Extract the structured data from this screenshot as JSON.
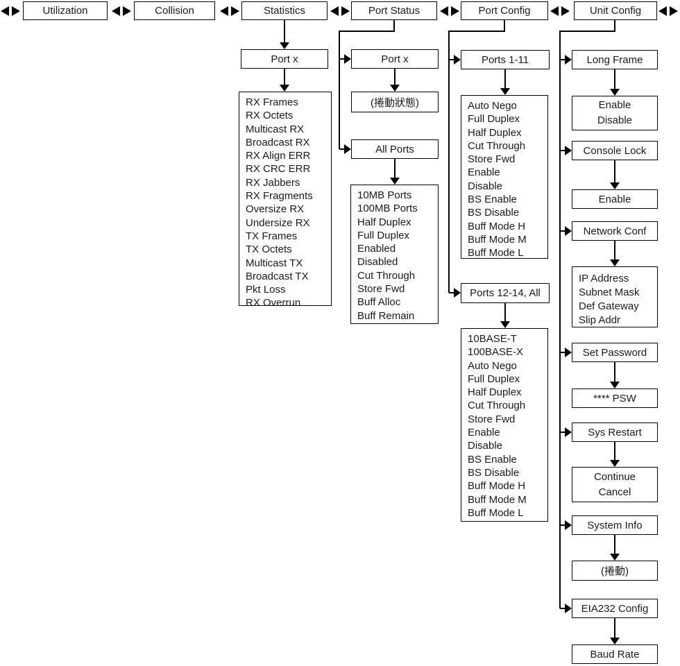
{
  "top_menu": [
    "Utilization",
    "Collision",
    "Statistics",
    "Port Status",
    "Port Config",
    "Unit Config"
  ],
  "statistics": {
    "port_label": "Port x",
    "counters": [
      "RX Frames",
      "RX Octets",
      "Multicast RX",
      "Broadcast RX",
      "RX Align ERR",
      "RX CRC ERR",
      "RX Jabbers",
      "RX Fragments",
      "Oversize RX",
      "Undersize RX",
      "TX Frames",
      "TX Octets",
      "Multicast TX",
      "Broadcast TX",
      "Pkt Loss",
      "RX Overrun"
    ]
  },
  "port_status": {
    "port_label": "Port x",
    "scroll_status": "(捲動狀態)",
    "all_ports_label": "All Ports",
    "all_ports_items": [
      "10MB Ports",
      "100MB Ports",
      "Half Duplex",
      "Full Duplex",
      "Enabled",
      "Disabled",
      "Cut Through",
      "Store Fwd",
      "Buff Alloc",
      "Buff Remain"
    ]
  },
  "port_config": {
    "ports_1_11_label": "Ports 1-11",
    "ports_1_11_items": [
      "Auto Nego",
      "Full Duplex",
      "Half Duplex",
      "Cut Through",
      "Store Fwd",
      "Enable",
      "Disable",
      "BS Enable",
      "BS Disable",
      "Buff Mode H",
      "Buff Mode M",
      "Buff Mode L"
    ],
    "ports_12_14_label": "Ports 12-14, All",
    "ports_12_14_items": [
      "10BASE-T",
      "100BASE-X",
      "Auto Nego",
      "Full Duplex",
      "Half Duplex",
      "Cut Through",
      "Store Fwd",
      "Enable",
      "Disable",
      "BS Enable",
      "BS Disable",
      "Buff Mode H",
      "Buff Mode M",
      "Buff Mode L"
    ]
  },
  "unit_config": {
    "long_frame_label": "Long Frame",
    "long_frame_options": [
      "Enable",
      "Disable"
    ],
    "console_lock_label": "Console Lock",
    "console_lock_option": "Enable",
    "network_conf_label": "Network Conf",
    "network_conf_items": [
      "IP Address",
      "Subnet Mask",
      "Def Gateway",
      "Slip Addr"
    ],
    "set_password_label": "Set Password",
    "password_display": "**** PSW",
    "sys_restart_label": "Sys Restart",
    "sys_restart_options": [
      "Continue",
      "Cancel"
    ],
    "system_info_label": "System Info",
    "system_info_display": "(捲動)",
    "eia232_label": "EIA232 Config",
    "baud_rate_label": "Baud Rate"
  },
  "icons": {
    "nav_horizontal": "left-right-arrow",
    "flow_down": "down-arrow",
    "branch_right": "right-arrow"
  },
  "colors": {
    "line": "#000000",
    "box_border": "#000000",
    "text": "#1a1a1a",
    "background": "#ffffff"
  }
}
